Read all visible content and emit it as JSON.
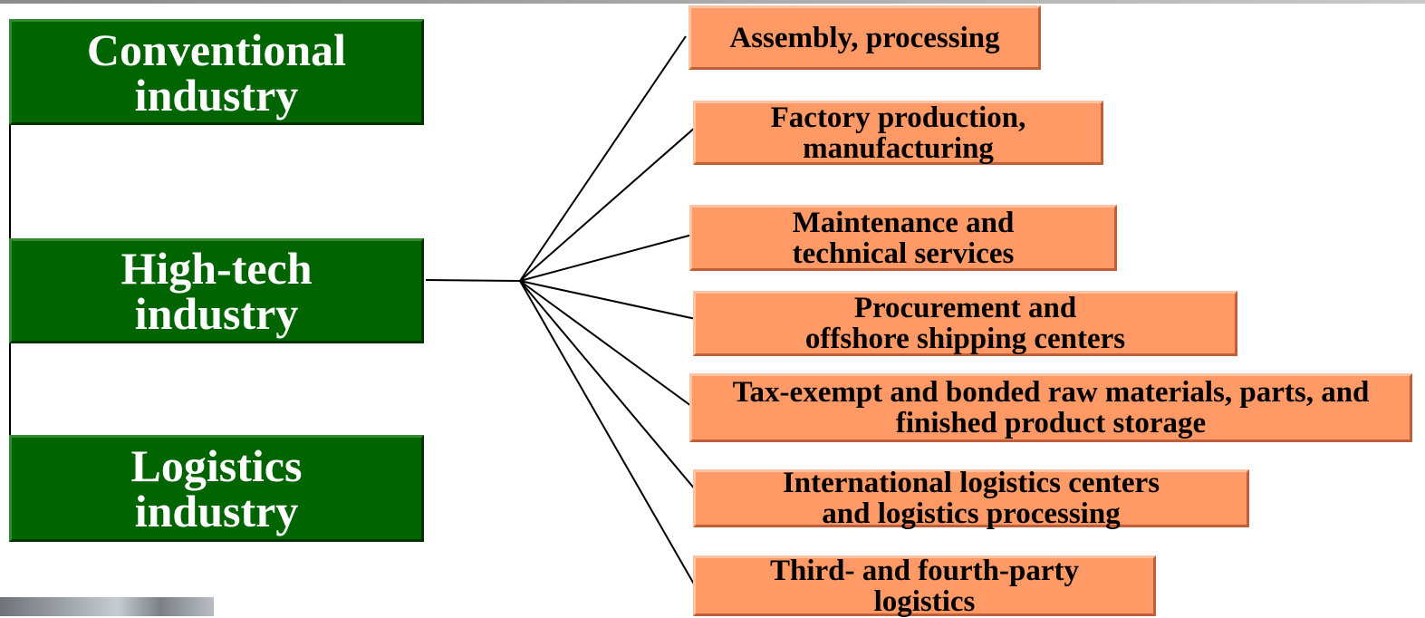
{
  "categories": [
    {
      "label": "Conventional\nindustry"
    },
    {
      "label": "High-tech\nindustry"
    },
    {
      "label": "Logistics\nindustry"
    }
  ],
  "services": [
    {
      "label": "Assembly, processing"
    },
    {
      "label": "Factory production,\nmanufacturing"
    },
    {
      "label": "Maintenance and\ntechnical services"
    },
    {
      "label": "Procurement and\noffshore shipping centers"
    },
    {
      "label": "Tax-exempt and bonded raw materials, parts, and\nfinished product storage"
    },
    {
      "label": "International logistics centers\nand logistics processing"
    },
    {
      "label": "Third- and fourth-party\nlogistics"
    }
  ],
  "colors": {
    "category_fill": "#006400",
    "service_fill": "#ff9966",
    "connector": "#000000"
  }
}
